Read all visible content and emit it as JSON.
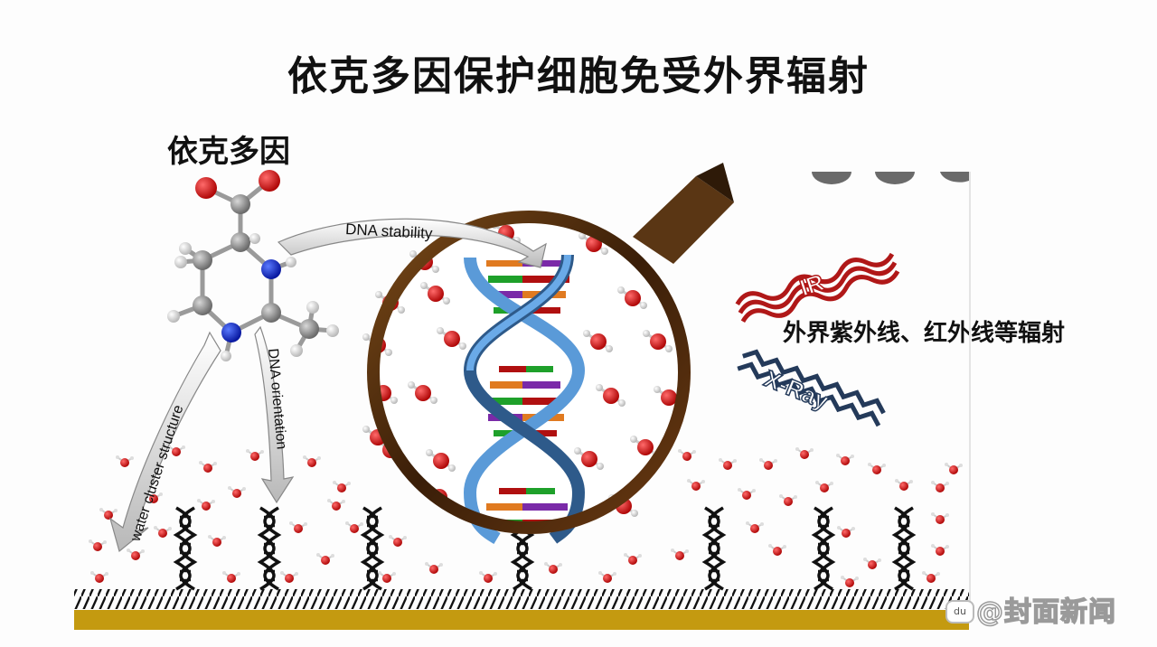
{
  "title": "依克多因保护细胞免受外界辐射",
  "molecule": {
    "label": "依克多因",
    "atoms": {
      "oxygen": "#d01010",
      "carbon": "#8c8c8c",
      "nitrogen": "#1030c8",
      "hydrogen": "#e8e8e8"
    }
  },
  "arrows": {
    "dna_stability": "DNA stability",
    "water_cluster_structure": "water cluster structure",
    "dna_orientation": "DNA orientation"
  },
  "radiation": {
    "ir_label": "IR",
    "xray_label": "X-Ray",
    "description": "外界紫外线、红外线等辐射",
    "ir_color": "#b01818",
    "xray_color": "#243a5a"
  },
  "colors": {
    "gold_substrate": "#c49a10",
    "magnifier_rim": "#4a2a10",
    "dna_backbone": "#5a9ad8",
    "water_oxygen": "#d01818"
  },
  "watermark": {
    "text": "@封面新闻",
    "icon": "du"
  }
}
